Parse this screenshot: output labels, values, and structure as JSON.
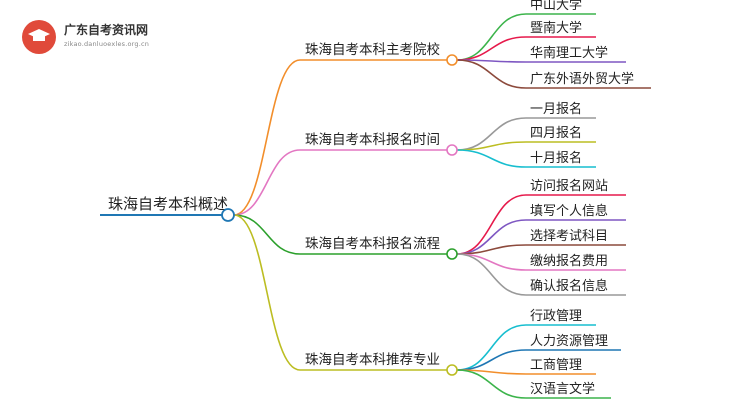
{
  "logo": {
    "title": "广东自考资讯网",
    "subtitle": "zikao.danluoexles.org.cn"
  },
  "root": {
    "label": "珠海自考本科概述",
    "color": "#1f77b4"
  },
  "branches": [
    {
      "label": "珠海自考本科主考院校",
      "color": "#f28e2b",
      "children": [
        {
          "label": "中山大学",
          "color": "#3cb44b"
        },
        {
          "label": "暨南大学",
          "color": "#e6194b"
        },
        {
          "label": "华南理工大学",
          "color": "#7e57c2"
        },
        {
          "label": "广东外语外贸大学",
          "color": "#8c4a3c"
        }
      ]
    },
    {
      "label": "珠海自考本科报名时间",
      "color": "#e377c2",
      "children": [
        {
          "label": "一月报名",
          "color": "#999999"
        },
        {
          "label": "四月报名",
          "color": "#bcbd22"
        },
        {
          "label": "十月报名",
          "color": "#17becf"
        }
      ]
    },
    {
      "label": "珠海自考本科报名流程",
      "color": "#2ca02c",
      "children": [
        {
          "label": "访问报名网站",
          "color": "#e6194b"
        },
        {
          "label": "填写个人信息",
          "color": "#7e57c2"
        },
        {
          "label": "选择考试科目",
          "color": "#8c4a3c"
        },
        {
          "label": "缴纳报名费用",
          "color": "#e377c2"
        },
        {
          "label": "确认报名信息",
          "color": "#999999"
        }
      ]
    },
    {
      "label": "珠海自考本科推荐专业",
      "color": "#bcbd22",
      "children": [
        {
          "label": "行政管理",
          "color": "#17becf"
        },
        {
          "label": "人力资源管理",
          "color": "#1f77b4"
        },
        {
          "label": "工商管理",
          "color": "#f28e2b"
        },
        {
          "label": "汉语言文学",
          "color": "#3cb44b"
        }
      ]
    }
  ]
}
